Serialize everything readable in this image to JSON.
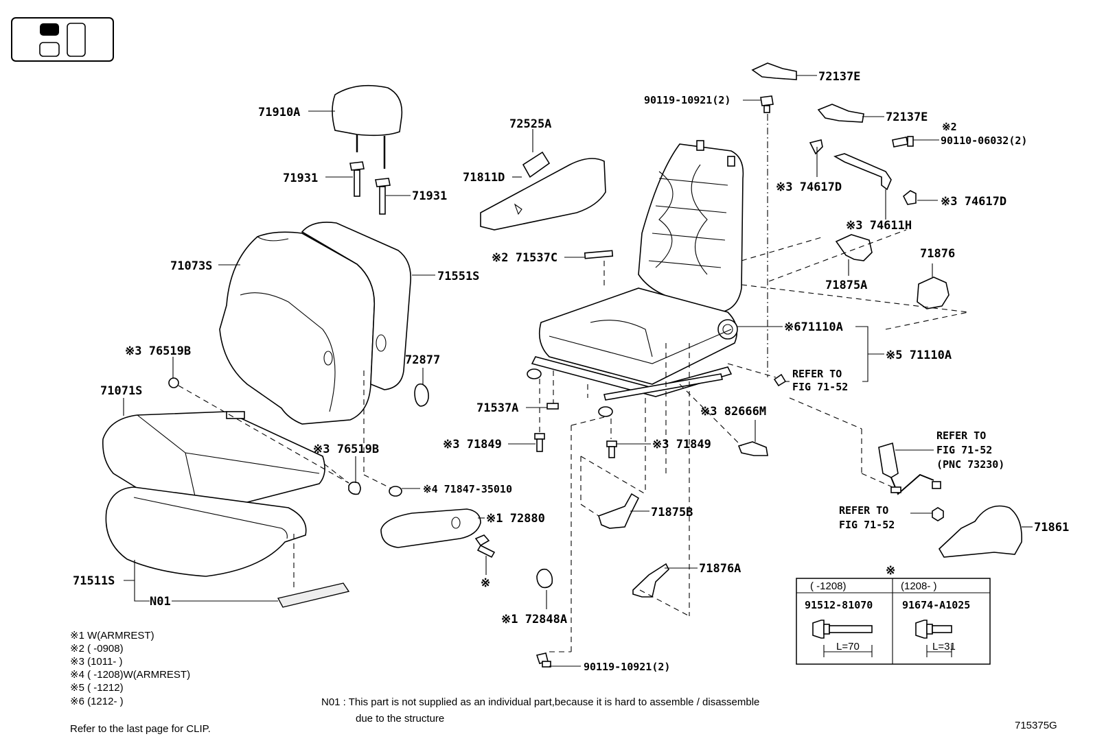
{
  "legend_icon": "seat-position-icon",
  "labels": {
    "l71910A": "71910A",
    "l71931a": "71931",
    "l71931b": "71931",
    "l72525A": "72525A",
    "l71811D": "71811D",
    "l71073S": "71073S",
    "l71551S": "71551S",
    "l71537C": "※2 71537C",
    "l76519B_top": "※3 76519B",
    "l71071S": "71071S",
    "l72877": "72877",
    "l71537A": "71537A",
    "l71849a": "※3 71849",
    "l71849b": "※3 71849",
    "l76519B_mid": "※3 76519B",
    "l71847": "※4 71847-35010",
    "l72880": "※1 72880",
    "l71511S": "71511S",
    "lN01": "N01",
    "lmark": "※",
    "l72848A": "※1 72848A",
    "l90119_bot": "90119-10921(2)",
    "l71875B": "71875B",
    "l71876A": "71876A",
    "l72137E_a": "72137E",
    "l72137E_b": "72137E",
    "l90119_top": "90119-10921(2)",
    "l90110_mark": "※2",
    "l90110": "90110-06032(2)",
    "l74617D_a": "※3 74617D",
    "l74617D_b": "※3 74617D",
    "l74611H": "※3 74611H",
    "l71876": "71876",
    "l71875A": "71875A",
    "l71110A_6": "※671110A",
    "l71110A_5": "※5 71110A",
    "lref1a": "REFER TO",
    "lref1b": "FIG 71-52",
    "l82666M": "※3 82666M",
    "lref2a": "REFER TO",
    "lref2b": "FIG 71-52",
    "lref2c": "(PNC 73230)",
    "lref3a": "REFER TO",
    "lref3b": "FIG 71-52",
    "l71861": "71861"
  },
  "bolt_table": {
    "mark": "※",
    "col1_range": "(     -1208)",
    "col2_range": "(1208-     )",
    "col1_part": "91512-81070",
    "col2_part": "91674-A1025",
    "col1_len": "L=70",
    "col2_len": "L=31"
  },
  "notes": {
    "n1": "※1 W(ARMREST)",
    "n2": "※2 (      -0908)",
    "n3": "※3 (1011-      )",
    "n4": "※4 (      -1208)W(ARMREST)",
    "n5": "※5 (      -1212)",
    "n6": "※6 (1212-      )",
    "n01_line1": "N01 : This part is not supplied as an individual part,because it is hard to assemble / disassemble",
    "n01_line2": "due to the structure",
    "clip": "Refer to the last page for CLIP.",
    "code": "715375G"
  }
}
